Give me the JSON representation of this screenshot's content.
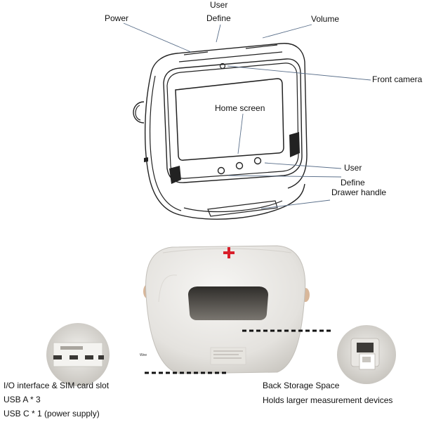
{
  "labels": {
    "power": "Power",
    "user_top": "User",
    "define_top": "Define",
    "volume": "Volume",
    "front_camera": "Front camera",
    "home_screen": "Home screen",
    "user_right": "User",
    "define_right": "Define",
    "drawer_handle": "Drawer handle",
    "tiny_mark": "Wee"
  },
  "captions": {
    "left": [
      "I/O interface & SIM card slot",
      "USB A * 3",
      "USB C * 1 (power supply)"
    ],
    "right": [
      "Back Storage Space",
      "Holds larger measurement devices"
    ]
  },
  "colors": {
    "line": "#222222",
    "leader": "#5a6f8a",
    "cross": "#d91e2a",
    "device_shell": "#ecebe8",
    "device_shadow": "#bdbab4",
    "cavity": "#4c4a46"
  }
}
